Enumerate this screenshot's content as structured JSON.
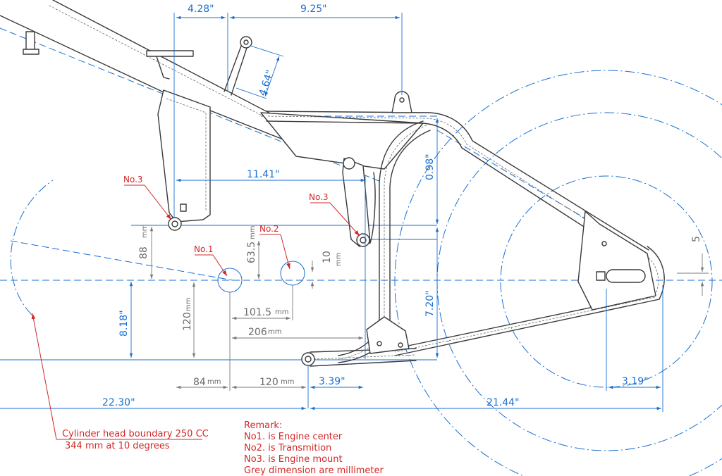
{
  "dimensions_inch": {
    "d_428": "4.28\"",
    "d_925": "9.25\"",
    "d_464": "4.64\"",
    "d_1141": "11.41\"",
    "d_098": "0.98\"",
    "d_720": "7.20\"",
    "d_818": "8.18\"",
    "d_339": "3.39\"",
    "d_2230": "22.30\"",
    "d_2144": "21.44\"",
    "d_319": "3.19\""
  },
  "dimensions_mm": {
    "d_88": "88",
    "d_635": "63.5",
    "d_10": "10",
    "d_1015": "101.5",
    "d_206": "206",
    "d_120v": "120",
    "d_84": "84",
    "d_120h": "120",
    "d_5": "5",
    "unit": "mm"
  },
  "labels": {
    "no1": "No.1",
    "no2": "No.2",
    "no3_left": "No.3",
    "no3_right": "No.3"
  },
  "annotation": {
    "line1": "Cylinder head boundary 250 CC",
    "line2": "344 mm at 10 degrees"
  },
  "remark": {
    "title": "Remark:",
    "line1": "No1. is Engine center",
    "line2": "No2. is Transmition",
    "line3": "No3. is Engine mount",
    "line4": "Grey dimension are millimeter"
  }
}
